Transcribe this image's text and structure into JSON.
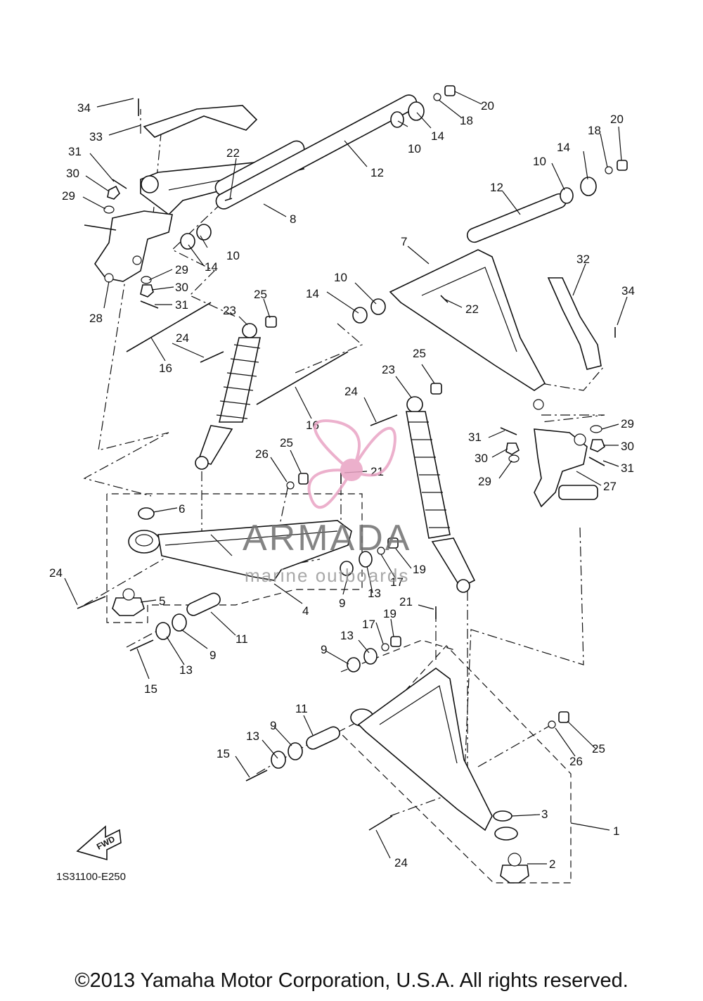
{
  "diagram": {
    "part_code": "1S31100-E250",
    "fwd_label": "FWD",
    "copyright": "©2013 Yamaha Motor Corporation, U.S.A. All rights reserved.",
    "watermark": {
      "name": "ARMADA",
      "tagline": "marine outboards",
      "logo_color": "#e9a3c4"
    },
    "callouts": [
      "1",
      "2",
      "3",
      "4",
      "5",
      "6",
      "7",
      "8",
      "9",
      "10",
      "11",
      "12",
      "13",
      "14",
      "15",
      "16",
      "17",
      "18",
      "19",
      "20",
      "21",
      "22",
      "23",
      "24",
      "25",
      "26",
      "27",
      "28",
      "29",
      "30",
      "31",
      "32",
      "33",
      "34"
    ]
  }
}
